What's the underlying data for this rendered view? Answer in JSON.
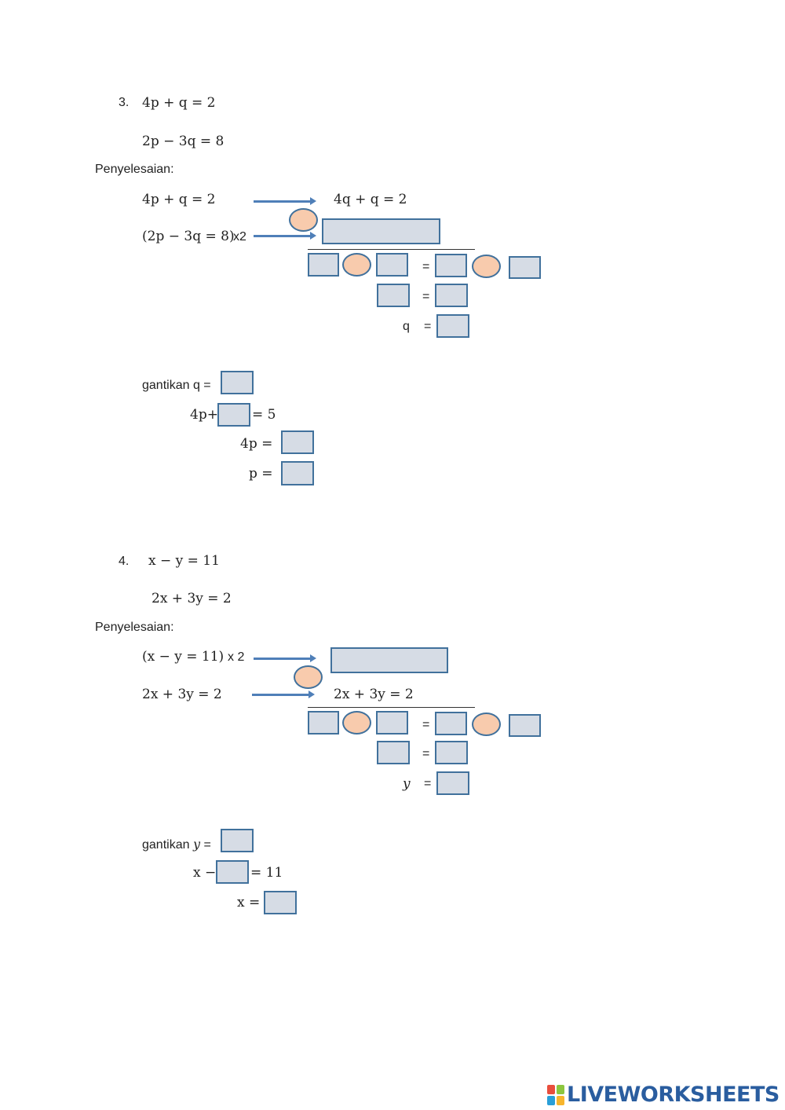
{
  "problem3": {
    "number": "3.",
    "eq1": "4p + q = 2",
    "eq2": "2p − 3q = 8",
    "solution_label": "Penyelesaian:",
    "step_eq1": "4p + q = 2",
    "step_eq2": "(2p − 3q = 8)",
    "step_eq2_multiplier": "x2",
    "result_eq1": "4q + q = 2",
    "equals": "=",
    "var_label": "q",
    "substitute_label": "gantikan q =",
    "sub_eq_left": "4p+",
    "sub_eq_right": "= 5",
    "sub_eq2": "4p =",
    "sub_eq3": "p ="
  },
  "problem4": {
    "number": "4.",
    "eq1": "x − y = 11",
    "eq2": "2x + 3y = 2",
    "solution_label": "Penyelesaian:",
    "step_eq1": "(x − y = 11)",
    "step_eq1_multiplier": "x 2",
    "step_eq2": "2x + 3y = 2",
    "result_eq2": "2x + 3y = 2",
    "equals": "=",
    "var_label": "y",
    "substitute_label_prefix": "gantikan",
    "substitute_label_var": "y",
    "substitute_label_suffix": "=",
    "sub_eq_left": "x −",
    "sub_eq_right": "= 11",
    "sub_eq2": "x ="
  },
  "footer": {
    "logo_text": "LIVEWORKSHEETS",
    "logo_colors": [
      "#e94e3d",
      "#8cc63f",
      "#2a9fd8",
      "#f7b52c"
    ]
  }
}
